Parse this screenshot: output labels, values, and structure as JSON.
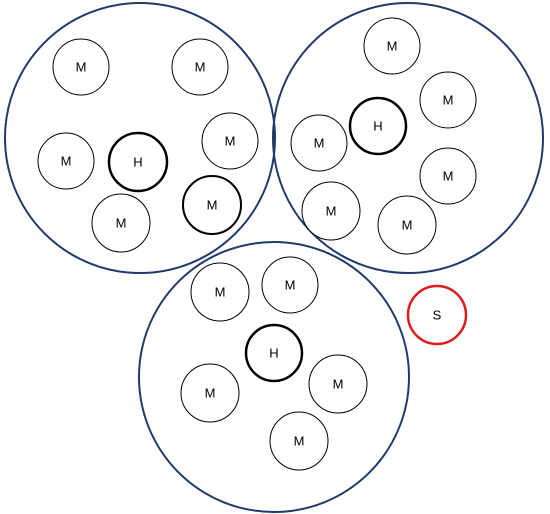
{
  "colors": {
    "cluster_stroke": "#1f3a6b",
    "node_stroke": "#000000",
    "sink_stroke": "#e01b1b",
    "label": "#000000"
  },
  "labels": {
    "member": "M",
    "head": "H",
    "sink": "S"
  },
  "clusters": [
    {
      "id": "cluster-left",
      "nodes": [
        {
          "type": "member",
          "label": "M"
        },
        {
          "type": "member",
          "label": "M"
        },
        {
          "type": "member",
          "label": "M"
        },
        {
          "type": "head",
          "label": "H"
        },
        {
          "type": "member",
          "label": "M"
        },
        {
          "type": "member",
          "label": "M"
        },
        {
          "type": "member",
          "label": "M"
        }
      ]
    },
    {
      "id": "cluster-right",
      "nodes": [
        {
          "type": "member",
          "label": "M"
        },
        {
          "type": "member",
          "label": "M"
        },
        {
          "type": "head",
          "label": "H"
        },
        {
          "type": "member",
          "label": "M"
        },
        {
          "type": "member",
          "label": "M"
        },
        {
          "type": "member",
          "label": "M"
        },
        {
          "type": "member",
          "label": "M"
        }
      ]
    },
    {
      "id": "cluster-bottom",
      "nodes": [
        {
          "type": "member",
          "label": "M"
        },
        {
          "type": "member",
          "label": "M"
        },
        {
          "type": "head",
          "label": "H"
        },
        {
          "type": "member",
          "label": "M"
        },
        {
          "type": "member",
          "label": "M"
        },
        {
          "type": "member",
          "label": "M"
        }
      ]
    }
  ],
  "sink": {
    "type": "sink",
    "label": "S"
  }
}
